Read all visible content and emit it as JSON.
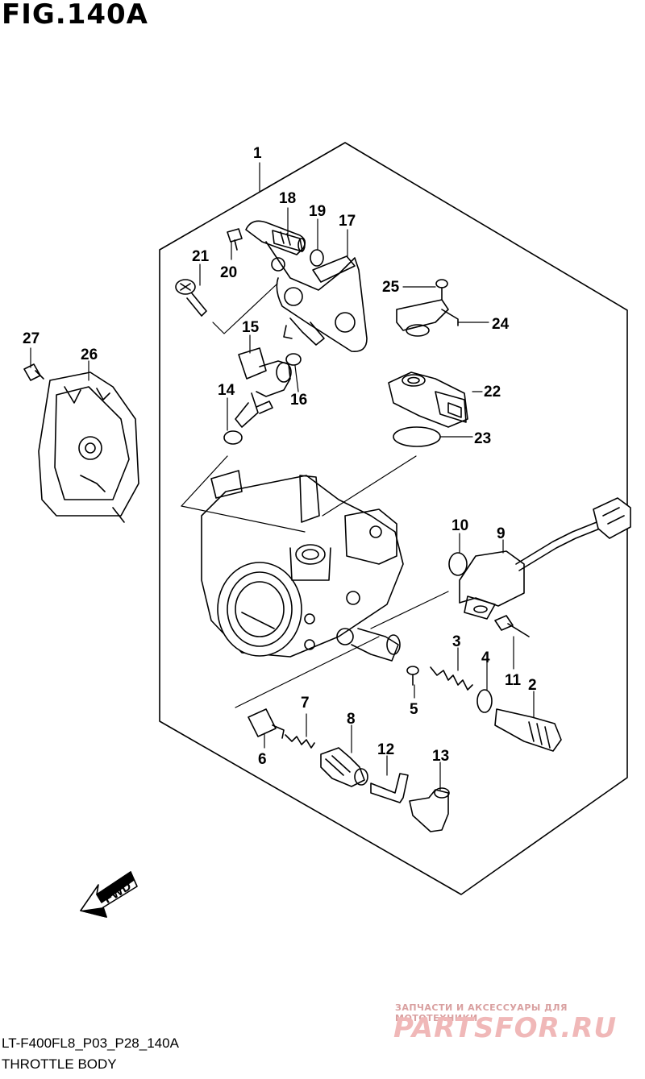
{
  "figure": {
    "title": "FIG.140A"
  },
  "callouts": [
    {
      "id": "1",
      "label": "1"
    },
    {
      "id": "2",
      "label": "2"
    },
    {
      "id": "3",
      "label": "3"
    },
    {
      "id": "4",
      "label": "4"
    },
    {
      "id": "5",
      "label": "5"
    },
    {
      "id": "6",
      "label": "6"
    },
    {
      "id": "7",
      "label": "7"
    },
    {
      "id": "8",
      "label": "8"
    },
    {
      "id": "9",
      "label": "9"
    },
    {
      "id": "10",
      "label": "10"
    },
    {
      "id": "11",
      "label": "11"
    },
    {
      "id": "12",
      "label": "12"
    },
    {
      "id": "13",
      "label": "13"
    },
    {
      "id": "14",
      "label": "14"
    },
    {
      "id": "15",
      "label": "15"
    },
    {
      "id": "16",
      "label": "16"
    },
    {
      "id": "17",
      "label": "17"
    },
    {
      "id": "18",
      "label": "18"
    },
    {
      "id": "19",
      "label": "19"
    },
    {
      "id": "20",
      "label": "20"
    },
    {
      "id": "21",
      "label": "21"
    },
    {
      "id": "22",
      "label": "22"
    },
    {
      "id": "23",
      "label": "23"
    },
    {
      "id": "24",
      "label": "24"
    },
    {
      "id": "25",
      "label": "25"
    },
    {
      "id": "26",
      "label": "26"
    },
    {
      "id": "27",
      "label": "27"
    }
  ],
  "direction_marker": {
    "label": "FWD"
  },
  "footer": {
    "code": "LT-F400FL8_P03_P28_140A",
    "name": "THROTTLE BODY"
  },
  "watermark": {
    "tagline": "ЗАПЧАСТИ И АКСЕССУАРЫ ДЛЯ МОТОТЕХНИКИ",
    "logo": "PARTSFOR.RU"
  }
}
